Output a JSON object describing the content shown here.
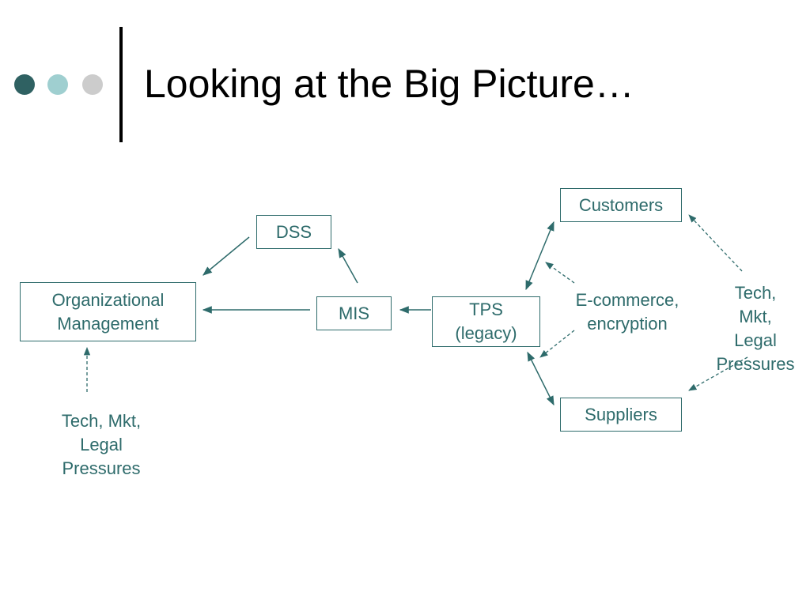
{
  "slide": {
    "title": "Looking at the Big Picture…"
  },
  "colors": {
    "accent": "#2e6b6b",
    "dot_dark": "#2f6162",
    "dot_light": "#9fcfd0",
    "dot_gray": "#cccccc"
  },
  "diagram": {
    "nodes": {
      "dss": "DSS",
      "org_mgmt": "Organizational\nManagement",
      "mis": "MIS",
      "tps": "TPS\n(legacy)",
      "customers": "Customers",
      "suppliers": "Suppliers"
    },
    "labels": {
      "ecommerce": "E-commerce,\nencryption",
      "pressures_right": "Tech,\nMkt,\nLegal\nPressures",
      "pressures_left": "Tech, Mkt,\nLegal\nPressures"
    },
    "edges": [
      {
        "from": "dss",
        "to": "org_mgmt",
        "style": "solid"
      },
      {
        "from": "mis",
        "to": "dss",
        "style": "solid"
      },
      {
        "from": "mis",
        "to": "org_mgmt",
        "style": "solid"
      },
      {
        "from": "tps",
        "to": "mis",
        "style": "solid"
      },
      {
        "from": "tps",
        "to": "customers",
        "style": "solid-bidirectional"
      },
      {
        "from": "tps",
        "to": "suppliers",
        "style": "solid-bidirectional"
      },
      {
        "from": "ecommerce",
        "to": "tps-customers-link",
        "style": "dashed"
      },
      {
        "from": "ecommerce",
        "to": "tps",
        "style": "dashed"
      },
      {
        "from": "pressures_right",
        "to": "customers",
        "style": "dashed"
      },
      {
        "from": "pressures_right",
        "to": "suppliers",
        "style": "dashed"
      },
      {
        "from": "pressures_left",
        "to": "org_mgmt",
        "style": "dashed"
      }
    ]
  }
}
